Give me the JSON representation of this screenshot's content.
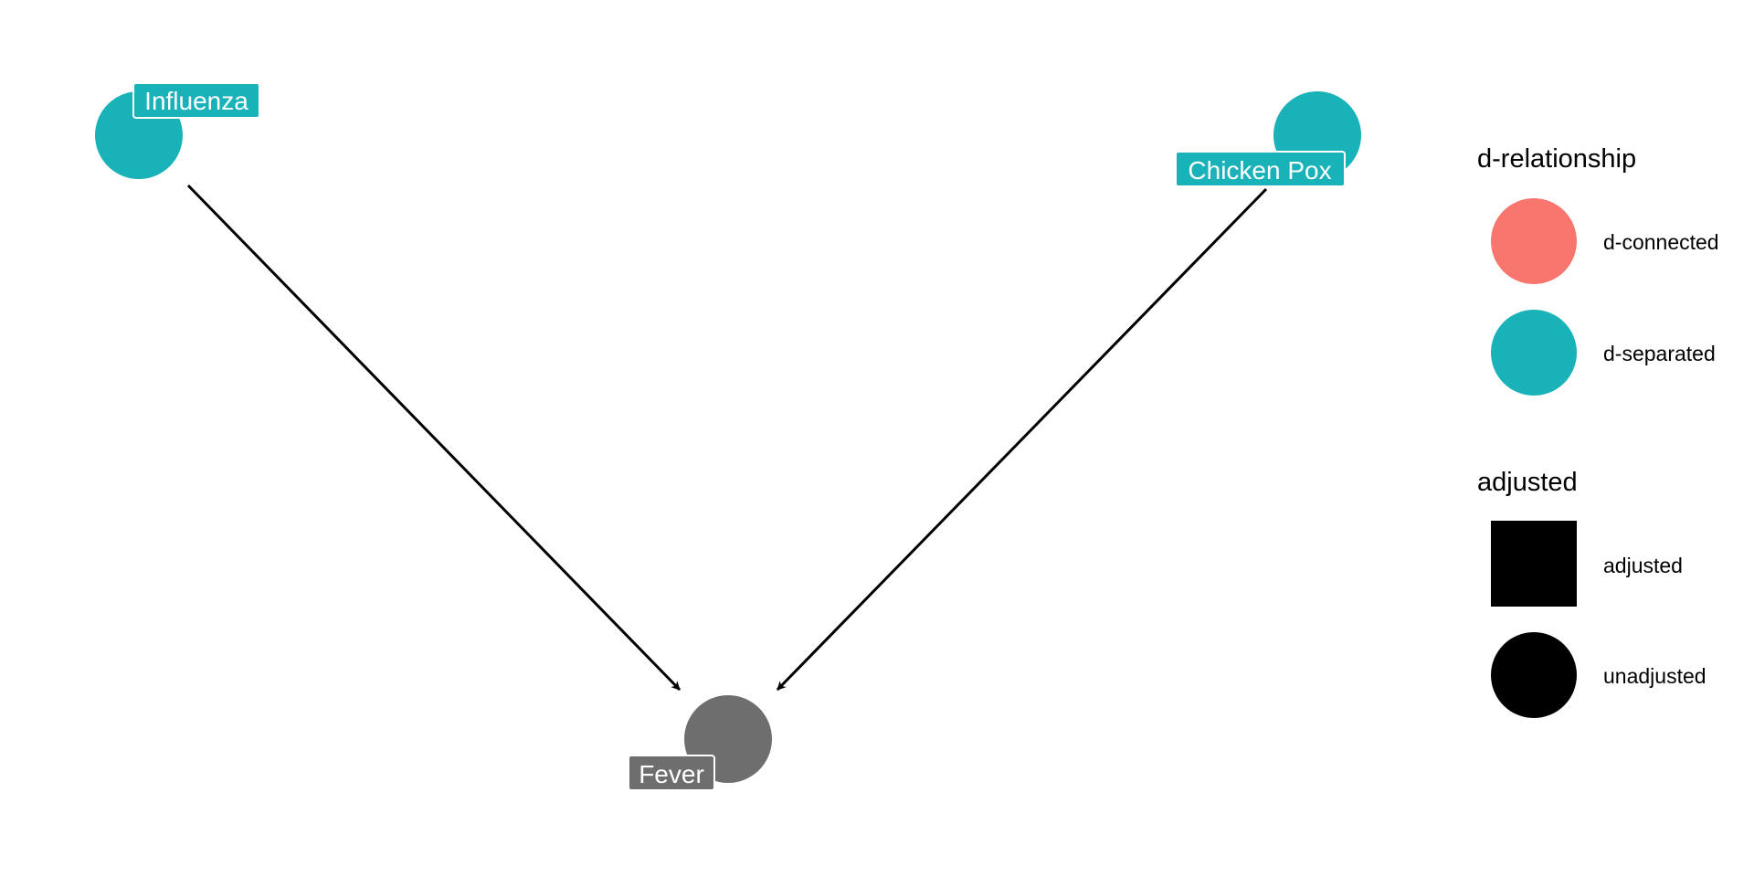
{
  "nodes": [
    {
      "id": "influenza",
      "label": "Influenza",
      "status": "d-separated"
    },
    {
      "id": "chicken_pox",
      "label": "Chicken Pox",
      "status": "d-separated"
    },
    {
      "id": "fever",
      "label": "Fever",
      "status": "none"
    }
  ],
  "edges": [
    {
      "from": "influenza",
      "to": "fever"
    },
    {
      "from": "chicken_pox",
      "to": "fever"
    }
  ],
  "legend": {
    "d_relationship": {
      "title": "d-relationship",
      "items": [
        {
          "label": "d-connected",
          "color": "#F8766D"
        },
        {
          "label": "d-separated",
          "color": "#19B2B8"
        }
      ]
    },
    "adjusted": {
      "title": "adjusted",
      "items": [
        {
          "label": "adjusted",
          "shape": "square"
        },
        {
          "label": "unadjusted",
          "shape": "circle"
        }
      ]
    }
  },
  "colors": {
    "d_connected": "#F8766D",
    "d_separated": "#19B2B8",
    "none": "#6E6E6E",
    "edge": "#000000"
  }
}
